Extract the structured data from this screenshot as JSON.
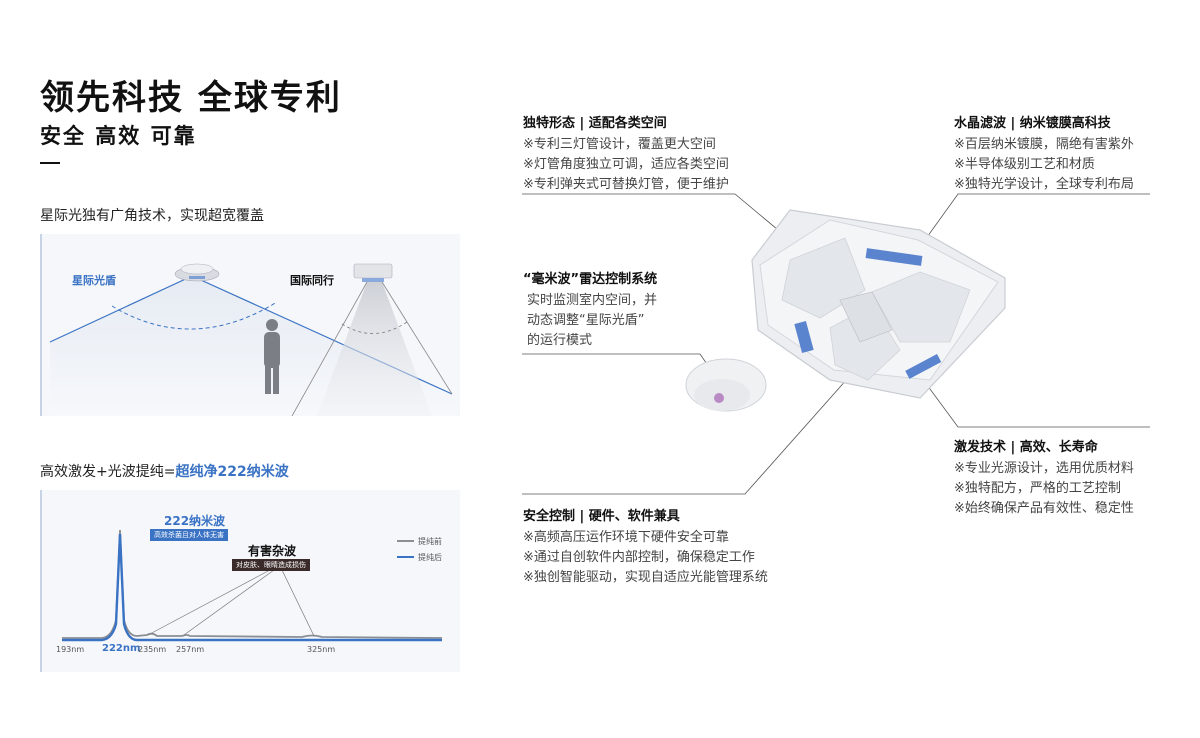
{
  "header": {
    "title": "领先科技 全球专利",
    "subtitle": "安全 高效 可靠"
  },
  "coverage": {
    "heading": "星际光独有广角技术，实现超宽覆盖",
    "label_left": "星际光盾",
    "label_right": "国际同行"
  },
  "spectrum": {
    "heading_prefix": "高效激发+光波提纯=",
    "heading_highlight": "超纯净222纳米波",
    "peak_label": "222纳米波",
    "peak_sub": "高效杀菌且对人体无害",
    "harm_label": "有害杂波",
    "harm_sub": "对皮肤、眼睛造成损伤",
    "legend_before": "提纯前",
    "legend_after": "提纯后",
    "ticks": [
      "193nm",
      "222nm",
      "235nm",
      "257nm",
      "325nm"
    ]
  },
  "features": [
    {
      "title": "独特形态 | 适配各类空间",
      "lines": [
        "※专利三灯管设计，覆盖更大空间",
        "※灯管角度独立可调，适应各类空间",
        "※专利弹夹式可替换灯管，便于维护"
      ]
    },
    {
      "title": "水晶滤波 | 纳米镀膜高科技",
      "lines": [
        "※百层纳米镀膜，隔绝有害紫外",
        "※半导体级别工艺和材质",
        "※独特光学设计，全球专利布局"
      ]
    },
    {
      "title": "“毫米波”雷达控制系统",
      "lines": [
        "实时监测室内空间，并",
        "动态调整“星际光盾”",
        "的运行模式"
      ]
    },
    {
      "title": "激发技术 | 高效、长寿命",
      "lines": [
        "※专业光源设计，选用优质材料",
        "※独特配方，严格的工艺控制",
        "※始终确保产品有效性、稳定性"
      ]
    },
    {
      "title": "安全控制 | 硬件、软件兼具",
      "lines": [
        "※高频高压运作环境下硬件安全可靠",
        "※通过自创软件内部控制，确保稳定工作",
        "※独创智能驱动，实现自适应光能管理系统"
      ]
    }
  ],
  "colors": {
    "accent": "#3b73c4",
    "panel_bg": "#f5f7fb",
    "device_body": "#e9ebee"
  }
}
